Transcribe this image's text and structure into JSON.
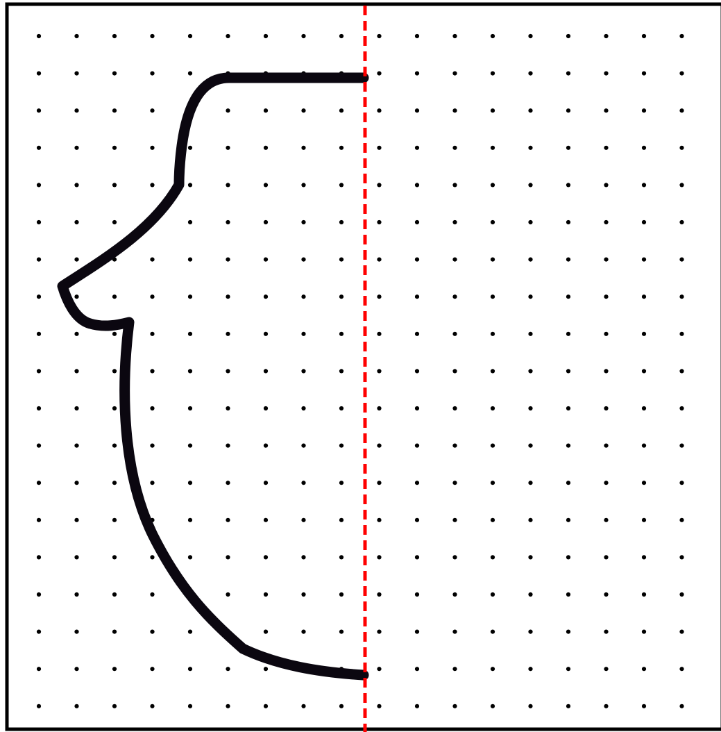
{
  "worksheet": {
    "task": "symmetry-completion",
    "dot_grid": {
      "rows": 19,
      "columns": 18,
      "dot_color": "#000000"
    },
    "line_of_symmetry": {
      "orientation": "vertical",
      "style": "dashed",
      "color": "#ff0000"
    },
    "half_drawing": {
      "side": "left",
      "color": "#0b0710"
    },
    "border_color": "#000000"
  }
}
